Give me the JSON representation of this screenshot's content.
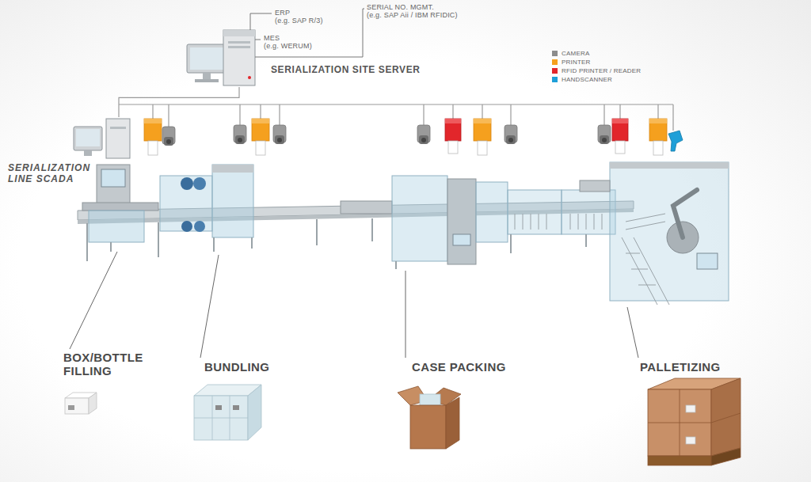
{
  "diagram": {
    "nodes": [
      {
        "text": [
          "SERIALIZATION SITE SERVER"
        ]
      },
      {
        "text": [
          "SERIALIZATION LINE SCADA"
        ]
      }
    ],
    "edges": [
      {
        "from": 0,
        "to": 1,
        "arrow": "none"
      }
    ],
    "labels": [
      "ERP",
      "(e.g. SAP R/3)",
      "MES",
      "(e.g. WERUM)",
      "SERIAL NO. MGMT.",
      "(e.g. SAP Aii / IBM RFIDIC)",
      "BOX/BOTTLE FILLING",
      "BUNDLING",
      "CASE PACKING",
      "PALLETIZING"
    ],
    "legend": [
      {
        "text": "CAMERA",
        "color": "#8c8c8c"
      },
      {
        "text": "PRINTER",
        "color": "#f5a01e"
      },
      {
        "text": "RFID PRINTER / READER",
        "color": "#e2262b"
      },
      {
        "text": "HANDSCANNER",
        "color": "#1e9fd8"
      }
    ]
  }
}
